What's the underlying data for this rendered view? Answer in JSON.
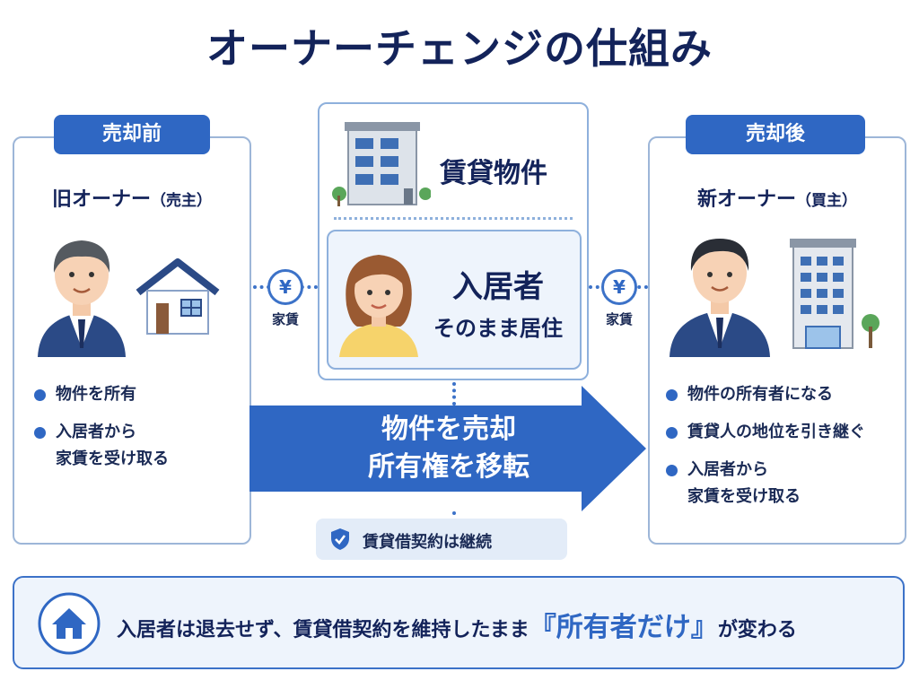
{
  "title": "オーナーチェンジの仕組み",
  "before": {
    "badge": "売却前",
    "owner": "旧オーナー",
    "owner_role": "（売主）",
    "points": [
      {
        "line1": "物件を所有",
        "line2": ""
      },
      {
        "line1": "入居者から",
        "line2": "家賃を受け取る"
      }
    ]
  },
  "property": {
    "label": "賃貸物件",
    "tenant": "入居者",
    "tenant_status": "そのまま居住"
  },
  "rent_left": {
    "symbol": "¥",
    "label": "家賃"
  },
  "rent_right": {
    "symbol": "¥",
    "label": "家賃"
  },
  "transfer": {
    "line1": "物件を売却",
    "line2": "所有権を移転"
  },
  "contract_badge": "賃貸借契約は継続",
  "after": {
    "badge": "売却後",
    "owner": "新オーナー",
    "owner_role": "（買主）",
    "points": [
      {
        "line1": "物件の所有者になる",
        "line2": ""
      },
      {
        "line1": "賃貸人の地位を引き継ぐ",
        "line2": ""
      },
      {
        "line1": "入居者から",
        "line2": "家賃を受け取る"
      }
    ]
  },
  "summary": {
    "prefix": "入居者は退去せず、賃貸借契約を維持したまま",
    "emphasis": "『所有者だけ』",
    "suffix": "が変わる"
  },
  "colors": {
    "primary": "#2f67c3",
    "navy": "#13235a",
    "light_panel": "#eef4fc",
    "border": "#9db6d8"
  },
  "icons": [
    "house-icon",
    "yen-icon",
    "building-icon",
    "tenant-avatar",
    "owner-avatar",
    "shield-check-icon",
    "home-icon",
    "arrow-right-icon"
  ]
}
